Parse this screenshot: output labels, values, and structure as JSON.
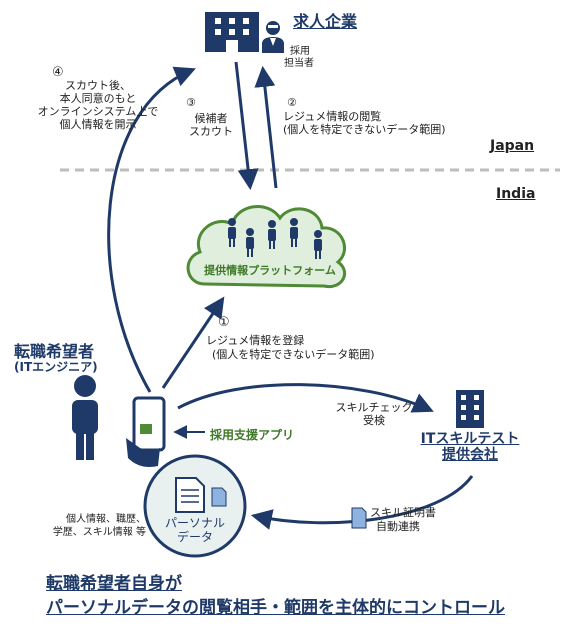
{
  "company": {
    "title": "求人企業",
    "person_label": [
      "採用",
      "担当者"
    ]
  },
  "steps": {
    "s1": {
      "num": "①",
      "line1": "レジュメ情報を登録",
      "line2": "(個人を特定できないデータ範囲)"
    },
    "s2": {
      "num": "②",
      "line1": "レジュメ情報の閲覧",
      "line2": "(個人を特定できないデータ範囲)"
    },
    "s3": {
      "num": "③",
      "line1": "候補者",
      "line2": "スカウト"
    },
    "s4": {
      "num": "④",
      "line1": "スカウト後、",
      "line2": "本人同意のもと",
      "line3": "オンラインシステム上で",
      "line4": "個人情報を開示"
    }
  },
  "regions": {
    "japan": "Japan",
    "india": "India"
  },
  "platform": {
    "label": "提供情報プラットフォーム"
  },
  "seeker": {
    "title": "転職希望者",
    "subtitle": "(ITエンジニア)"
  },
  "app": {
    "label": "採用支援アプリ"
  },
  "personal_data": {
    "line1": "パーソナル",
    "line2": "データ"
  },
  "personal_info": {
    "line1": "個人情報、職歴、",
    "line2": "学歴、スキル情報 等"
  },
  "skill_check": {
    "line1": "スキルチェック",
    "line2": "受検"
  },
  "test_company": {
    "line1": "ITスキルテスト",
    "line2": "提供会社"
  },
  "certificate": {
    "line1": "スキル証明書",
    "line2": "自動連携"
  },
  "footer": {
    "line1": "転職希望者自身が",
    "line2_part1": "パーソナルデータの閲覧相手・範囲を主体的に",
    "line2_part2": "コントロール"
  },
  "colors": {
    "navy": "#1f3a68",
    "green": "#3f7a28",
    "cloud_fill": "#dfeedd",
    "divider": "#bdbdbd"
  },
  "icons": [
    "building-icon",
    "recruiter-icon",
    "cloud-icon",
    "person-icon",
    "smartphone-icon",
    "document-icon",
    "office-building-icon"
  ]
}
